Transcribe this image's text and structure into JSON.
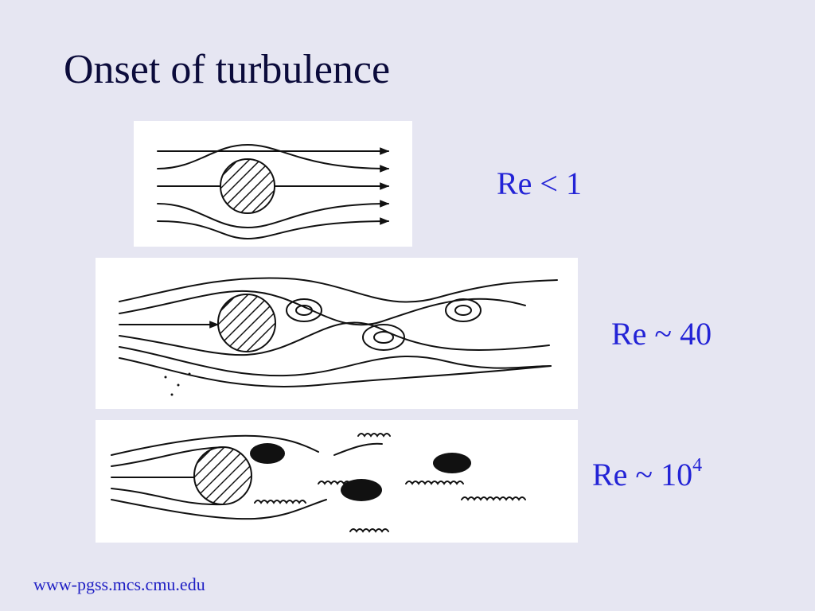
{
  "slide": {
    "title": "Onset of turbulence",
    "footer_url": "www-pgss.mcs.cmu.edu"
  },
  "panels": [
    {
      "re_prefix": "Re < 1",
      "re_exponent": ""
    },
    {
      "re_prefix": "Re ~ 40",
      "re_exponent": ""
    },
    {
      "re_prefix": "Re ~ 10",
      "re_exponent": "4"
    }
  ]
}
